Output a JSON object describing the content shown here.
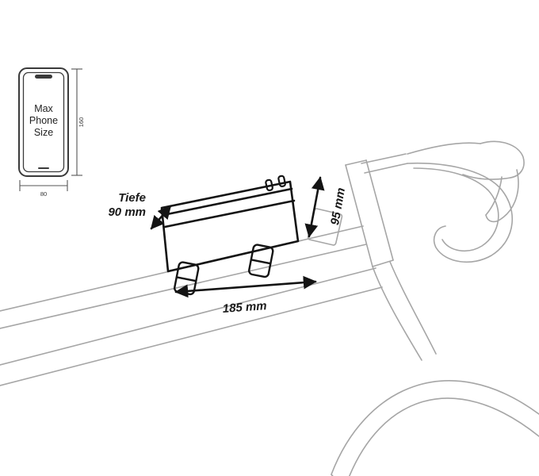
{
  "phone": {
    "label": [
      "Max",
      "Phone",
      "Size"
    ],
    "height_label": "160",
    "width_label": "80"
  },
  "dimensions": {
    "depth_label_line1": "Tiefe",
    "depth_label_line2": "90 mm",
    "height_label": "95 mm",
    "length_label": "185 mm"
  },
  "colors": {
    "ink": "#141414",
    "line_art": "#a6a6a6",
    "phone_outline": "#3a3a3a",
    "text": "#1a1a1a"
  }
}
